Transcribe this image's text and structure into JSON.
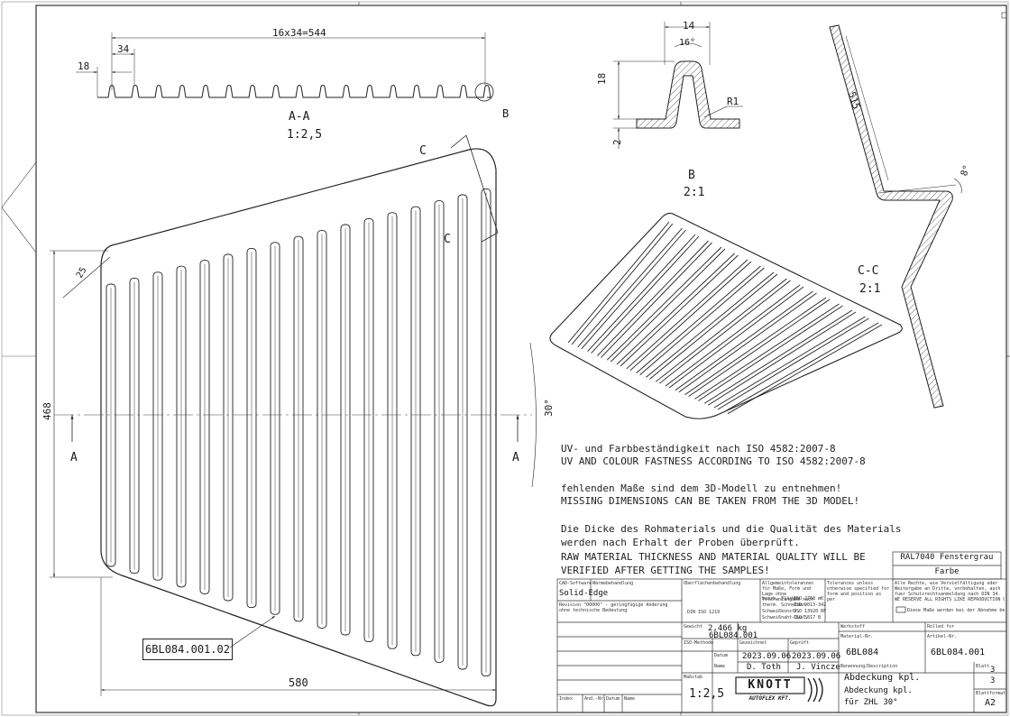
{
  "views": {
    "section_aa": {
      "label": "A-A",
      "scale": "1:2,5",
      "dim_total": "16x34=544",
      "dim_pitch": "34",
      "dim_left": "18",
      "detail_ref": "B"
    },
    "detail_b": {
      "label": "B",
      "scale": "2:1",
      "dim_width": "14",
      "dim_angle": "16°",
      "dim_height": "18",
      "dim_thickness": "2",
      "dim_radius": "R1"
    },
    "section_cc": {
      "label": "C-C",
      "scale": "2:1",
      "dim_length": "515",
      "dim_angle": "8°"
    },
    "main": {
      "dim_width": "580",
      "dim_height": "468",
      "dim_corner": "25",
      "dim_angle": "30°",
      "section_a": "A",
      "section_c": "C",
      "part_number": "6BL084.001.02"
    }
  },
  "notes": [
    "UV- und Farbbeständigkeit nach ISO 4582:2007-8",
    "UV AND COLOUR FASTNESS ACCORDING TO ISO 4582:2007-8",
    "fehlenden Maße sind dem 3D-Modell zu entnehmen!",
    "MISSING DIMENSIONS CAN BE TAKEN FROM THE 3D MODEL!",
    "Die Dicke des Rohmaterials und die Qualität des Materials",
    "werden nach Erhalt der Proben überprüft.",
    "RAW MATERIAL THICKNESS AND MATERIAL QUALITY WILL BE",
    "VERIFIED AFTER GETTING THE SAMPLES!"
  ],
  "color_box": {
    "color": "RAL7040 Fenstergrau",
    "label": "Farbe"
  },
  "title_block": {
    "cad_label": "CAD-Software",
    "cad_value": "Solid-Edge",
    "weight": "2,466 kg",
    "model_no": "6BL084.001",
    "drawn_date": "2023.09.06",
    "checked_date": "2023.09.06",
    "drawn_by": "D. Toth",
    "checked_by": "J. Vincze",
    "scale": "1:2,5",
    "company": "KNOTT",
    "company_sub": "AUTÓFLEX KFT.",
    "material_no": "6BL084",
    "drawing_no": "6BL084.001",
    "title1": "Abdeckung kpl.",
    "title2": "Abdeckung kpl.",
    "title3": "für ZHL 30°",
    "sheet": "3",
    "sheets": "3",
    "format": "A2",
    "label_weight": "Gewicht",
    "label_drawn": "Gezeichnet",
    "label_checked": "Geprüft",
    "label_date": "Datum",
    "label_name": "Name",
    "label_scale": "Maßstab",
    "label_index": "Index",
    "label_aend": "Änd.-Nr.",
    "label_iso": "ISO-Methode",
    "label_benennung": "Benennung/Description",
    "label_material": "Material-Nr.",
    "label_artikel": "Artikel-Nr.",
    "label_rolled": "Rolled for",
    "label_werkstoff": "Werkstoff",
    "label_blatt": "Blatt",
    "label_format": "Blattformat",
    "label_allg": "Allgemeintoleranzen für Maße, Form und Lage ohne Toleranzangabe nach",
    "label_tol": "Tolerances unless otherwise specified for form and position as per",
    "rights": "Alle Rechte, wie Vervielfältigung oder Weitergabe an Dritte, vorbehalten, auch fuer Schutzrechtsanmeldung nach DIN 34.",
    "rights_en": "WE RESERVE ALL RIGHTS LIKE REPRODUCTION OR DISCLOSURE TO A THIRD PARTY",
    "note_dim": "Diese Maße werden bei der Abnahme besonders geprüft",
    "oberfl": "Oberflächenbehandlung",
    "waerme": "Wärmebehandlung",
    "revision": "Revision \"00000\" - geringfügige Änderung ohne technische Bedeutung",
    "din": "DIN ISO 1219",
    "iso_a": "ISO 2768 mK",
    "iso_b": "ISO 9013-342",
    "iso_c": "ISO 13920 BF",
    "iso_d": "ISO 5817 B",
    "tol_a": "bearb. Flächen",
    "tol_b": "therm. Schneiden",
    "tol_c": "Schweißkonstr.",
    "tol_d": "Schweißnaht-Qual."
  }
}
